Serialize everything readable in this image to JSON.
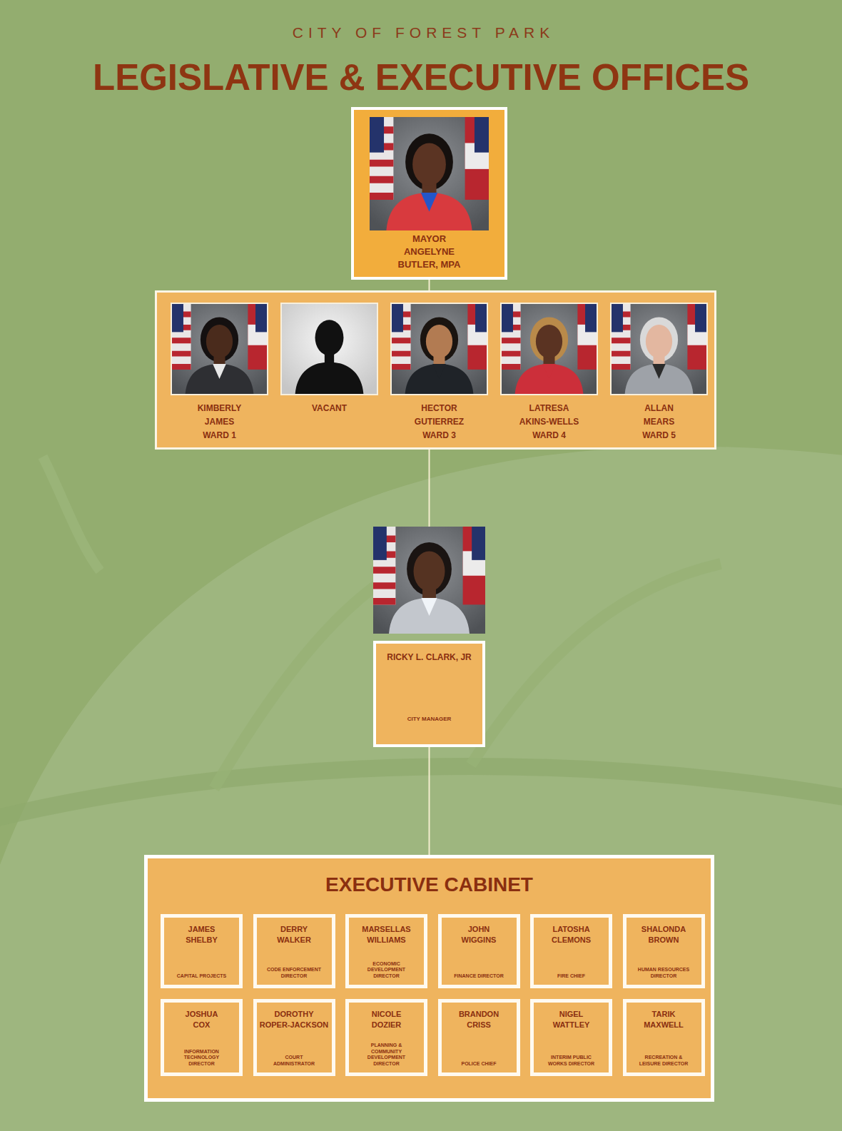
{
  "diagram": {
    "title": "LEGISLATIVE & EXECUTIVE OFFICES",
    "nodes": [
      {
        "text": [
          "MAYOR",
          "ANGELYNE BUTLER, MPA"
        ]
      },
      {
        "text": []
      },
      {
        "text": [
          "KIMBERLY JAMES",
          "WARD 1"
        ],
        "in": 1
      },
      {
        "text": [
          "VACANT"
        ],
        "in": 1
      },
      {
        "text": [
          "HECTOR GUTIERREZ",
          "WARD 3"
        ],
        "in": 1
      },
      {
        "text": [
          "LATRESA AKINS-WELLS",
          "WARD 4"
        ],
        "in": 1
      },
      {
        "text": [
          "ALLAN MEARS",
          "WARD 5"
        ],
        "in": 1
      },
      {
        "text": [
          "RICKY L. CLARK, JR",
          "CITY MANAGER"
        ]
      },
      {
        "text": [
          "EXECUTIVE CABINET"
        ]
      },
      {
        "text": [
          "JAMES SHELBY",
          "CAPITAL PROJECTS"
        ],
        "in": 8
      },
      {
        "text": [
          "DERRY WALKER",
          "CODE ENFORCEMENT DIRECTOR"
        ],
        "in": 8
      },
      {
        "text": [
          "MARSELLAS WILLIAMS",
          "ECONOMIC DEVELOPMENT DIRECTOR"
        ],
        "in": 8
      },
      {
        "text": [
          "JOHN WIGGINS",
          "FINANCE DIRECTOR"
        ],
        "in": 8
      },
      {
        "text": [
          "LATOSHA CLEMONS",
          "FIRE CHIEF"
        ],
        "in": 8
      },
      {
        "text": [
          "SHALONDA BROWN",
          "HUMAN RESOURCES DIRECTOR"
        ],
        "in": 8
      },
      {
        "text": [
          "JOSHUA COX",
          "INFORMATION TECHNOLOGY DIRECTOR"
        ],
        "in": 8
      },
      {
        "text": [
          "DOROTHY ROPER-JACKSON",
          "COURT ADMINISTRATOR"
        ],
        "in": 8
      },
      {
        "text": [
          "NICOLE DOZIER",
          "PLANNING & COMMUNITY DEVELOPMENT DIRECTOR"
        ],
        "in": 8
      },
      {
        "text": [
          "BRANDON CRISS",
          "POLICE CHIEF"
        ],
        "in": 8
      },
      {
        "text": [
          "NIGEL WATTLEY",
          "INTERIM PUBLIC WORKS DIRECTOR"
        ],
        "in": 8
      },
      {
        "text": [
          "TARIK MAXWELL",
          "RECREATION & LEISURE DIRECTOR"
        ],
        "in": 8
      }
    ],
    "edges": [
      {
        "from": 0,
        "to": 1,
        "arrow": "none"
      },
      {
        "from": 1,
        "to": 7,
        "arrow": "none"
      },
      {
        "from": 7,
        "to": 8,
        "arrow": "none"
      }
    ],
    "labels": [
      "CITY OF FOREST PARK"
    ]
  }
}
